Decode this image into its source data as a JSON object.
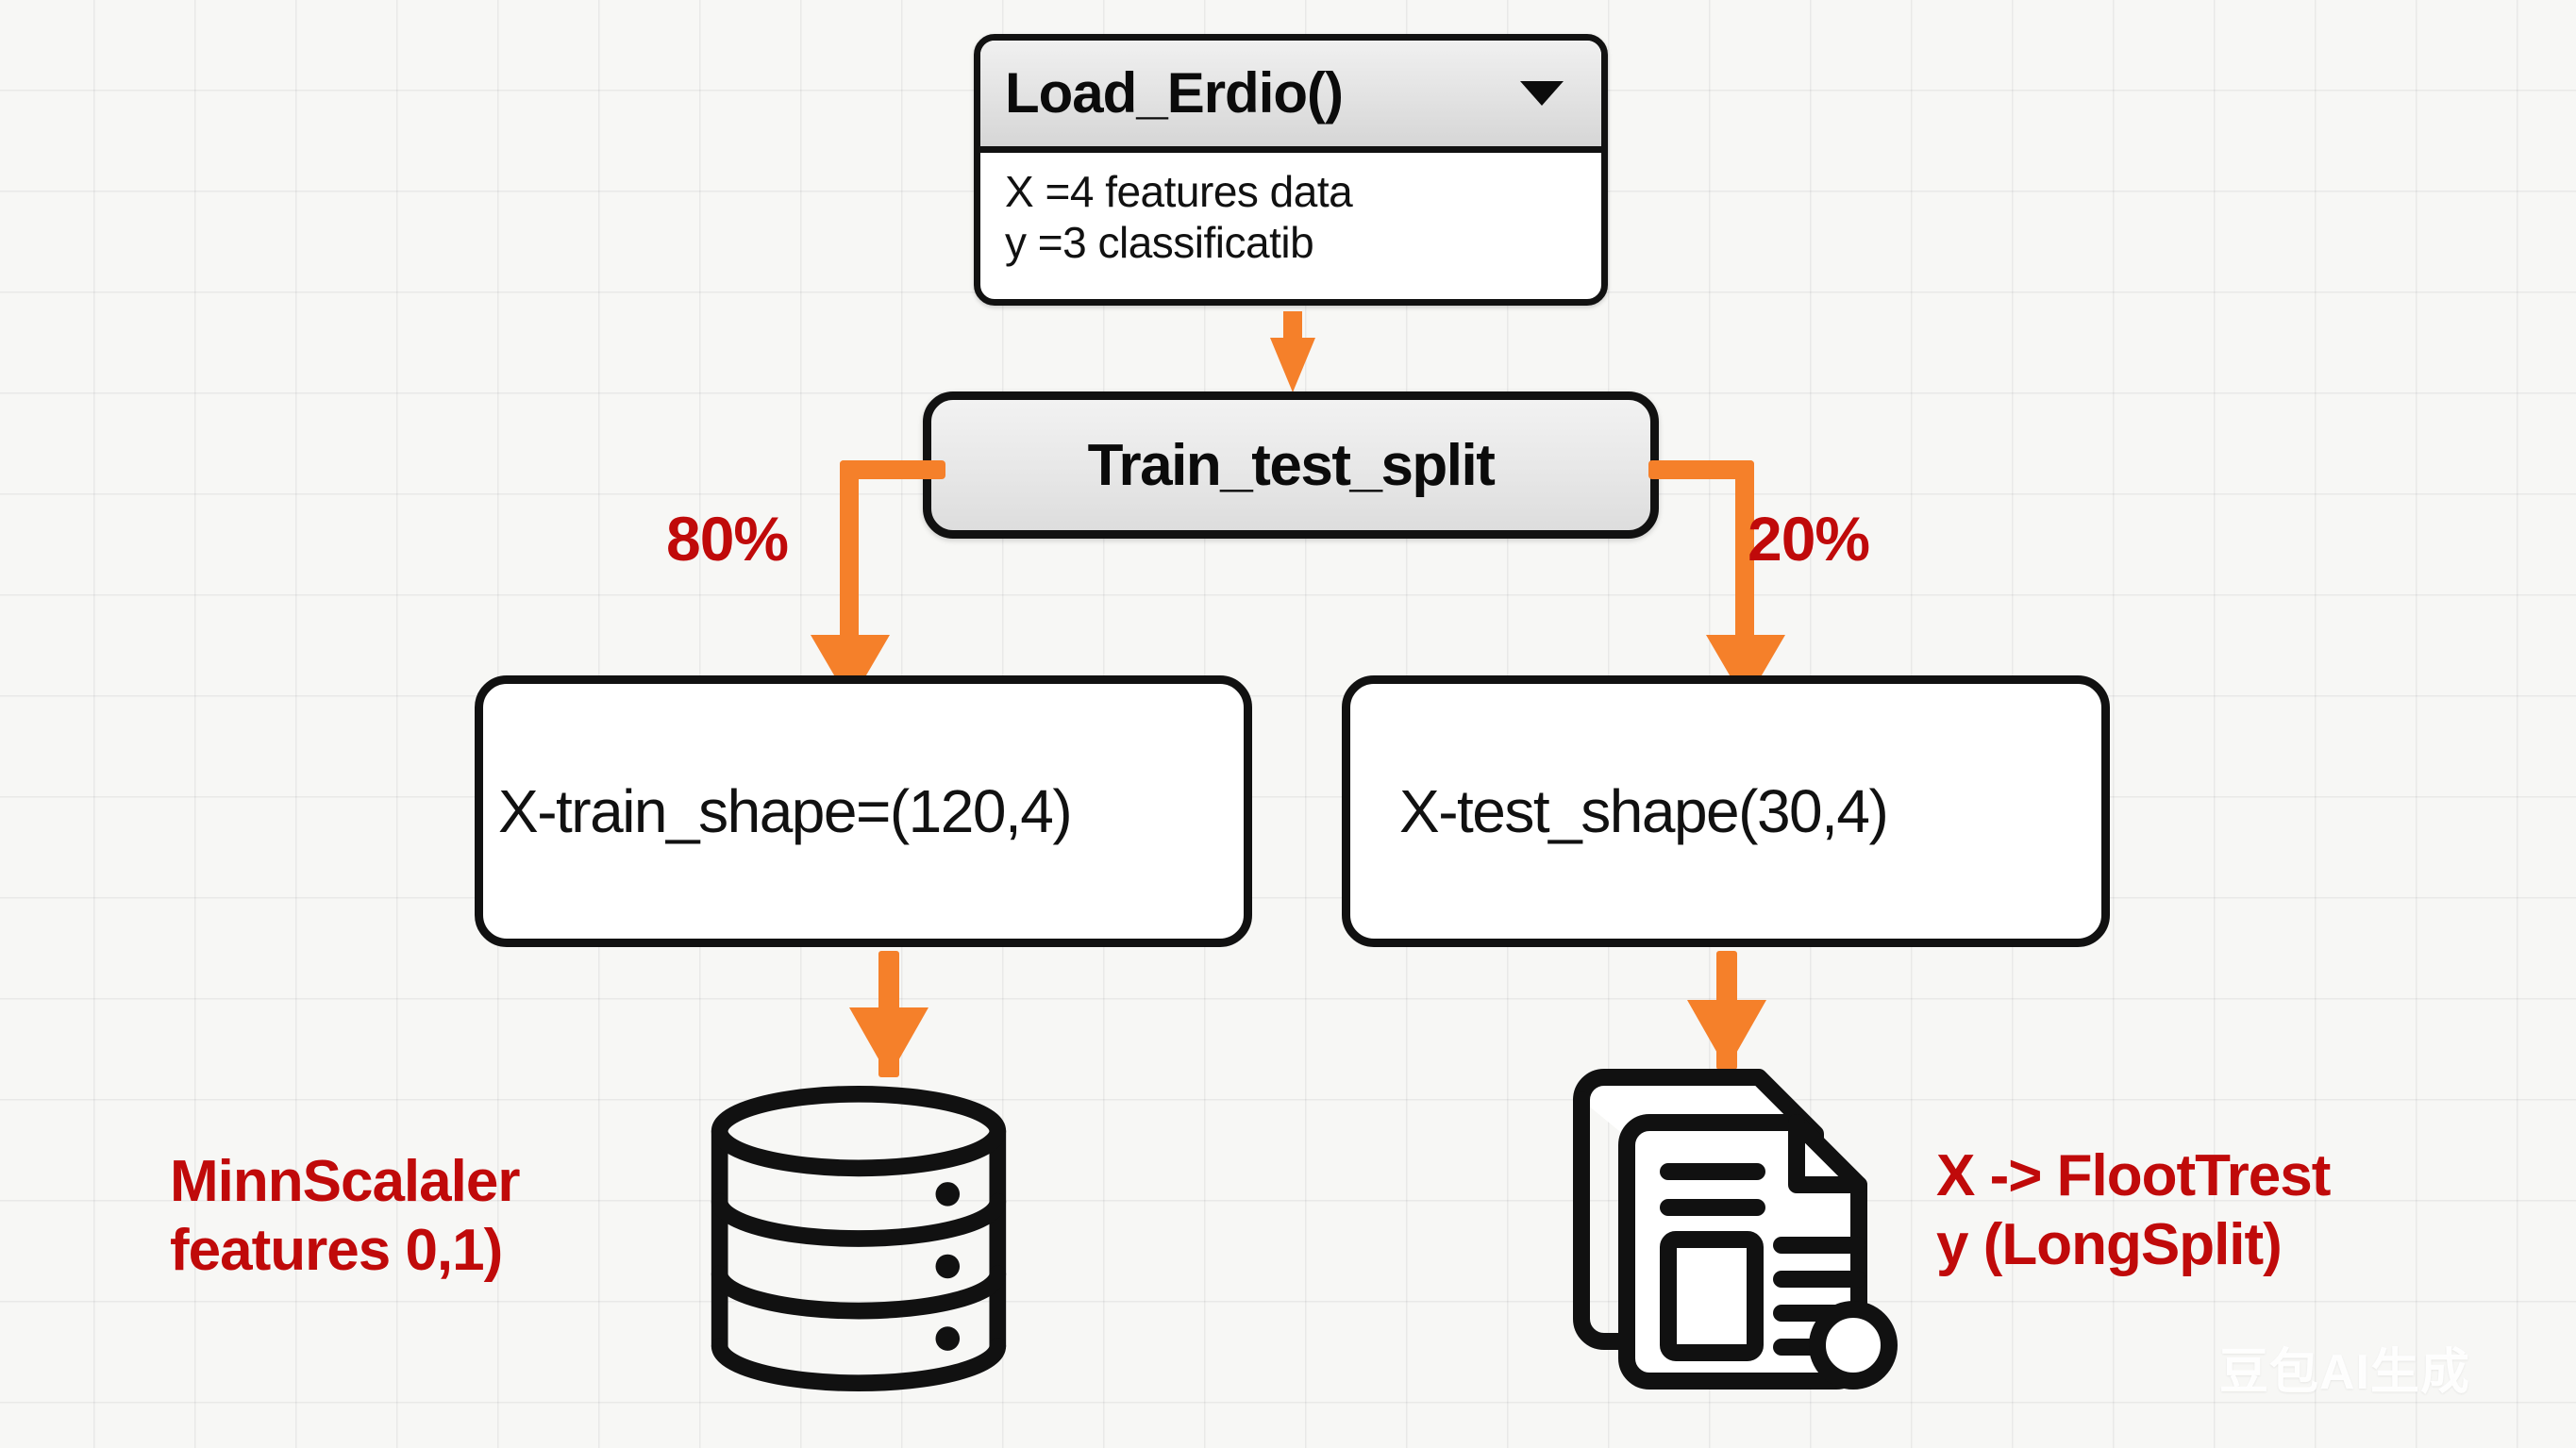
{
  "diagram": {
    "title": "Train/test split data pipeline flowchart",
    "background": {
      "color": "#f7f7f5",
      "grid": "light-gray-square-grid"
    },
    "colors": {
      "arrow": "#f5802a",
      "annotation_red": "#c00a0a",
      "node_border": "#111111",
      "node_fill": "#ffffff",
      "header_fill": "#e2e2e2"
    }
  },
  "nodes": {
    "load": {
      "title": "Load_Erdio()",
      "chevron": "chevron-down-icon",
      "lines": [
        "X =4 features data",
        "y =3 classificatib"
      ]
    },
    "split": {
      "label": "Train_test_split"
    },
    "train": {
      "label": "X-train_shape=(120,4)"
    },
    "test": {
      "label": "X-test_shape(30,4)"
    }
  },
  "edges": {
    "load_to_split": {
      "label": ""
    },
    "split_to_train": {
      "label": "80%"
    },
    "split_to_test": {
      "label": "20%"
    }
  },
  "annotations": {
    "left_note": {
      "line1": "MinnScalaler",
      "line2": "features 0,1)"
    },
    "right_note": {
      "line1": "X -> FlootTrest",
      "line2": "y (LongSplit)"
    }
  },
  "icons": {
    "database": "database-icon",
    "documents": "documents-icon"
  },
  "watermark": {
    "text": "豆包AI生成"
  }
}
